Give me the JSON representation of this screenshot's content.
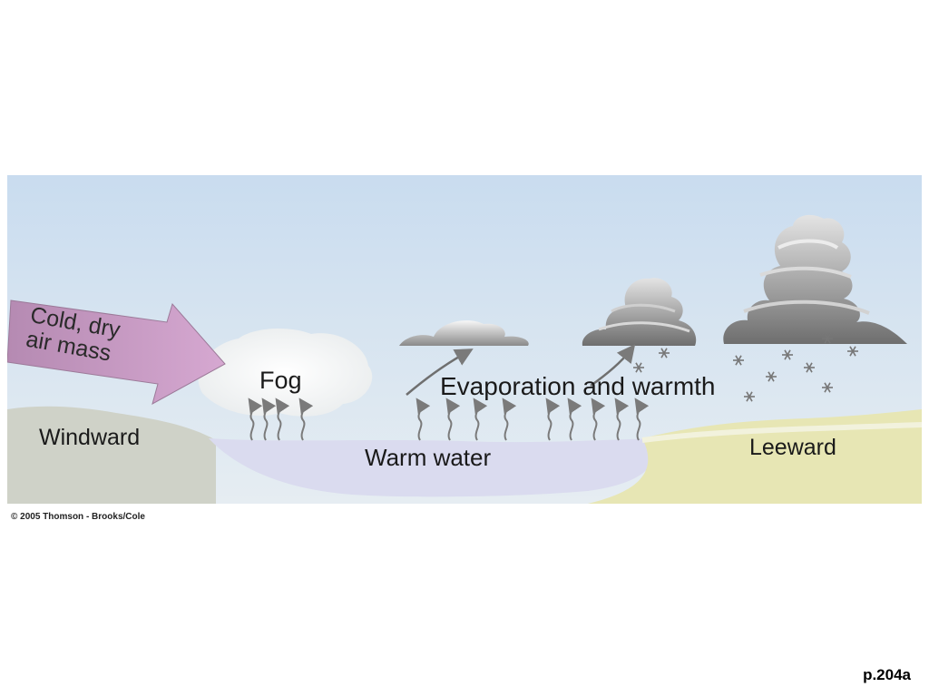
{
  "diagram": {
    "arrow_label_line1": "Cold, dry",
    "arrow_label_line2": "air mass",
    "fog_label": "Fog",
    "evaporation_label": "Evaporation and warmth",
    "windward_label": "Windward",
    "warm_water_label": "Warm water",
    "leeward_label": "Leeward"
  },
  "copyright": "© 2005 Thomson - Brooks/Cole",
  "page_number": "p.204a",
  "colors": {
    "sky_top": "#c9dcef",
    "sky_bottom": "#e6edf2",
    "arrow_fill": "#c99bc4",
    "windward_land": "#cfd2c8",
    "water": "#dadbef",
    "leeward_land": "#e7e6b4",
    "fog": "#f1f3f3",
    "cloud_dark": "#7d7d7d",
    "cloud_light": "#f3f3f3",
    "heat_arrows": "#7a7a7a"
  },
  "icons": [
    "heat-rising-arrow-icon",
    "snowflake-icon",
    "cloud-icon"
  ]
}
